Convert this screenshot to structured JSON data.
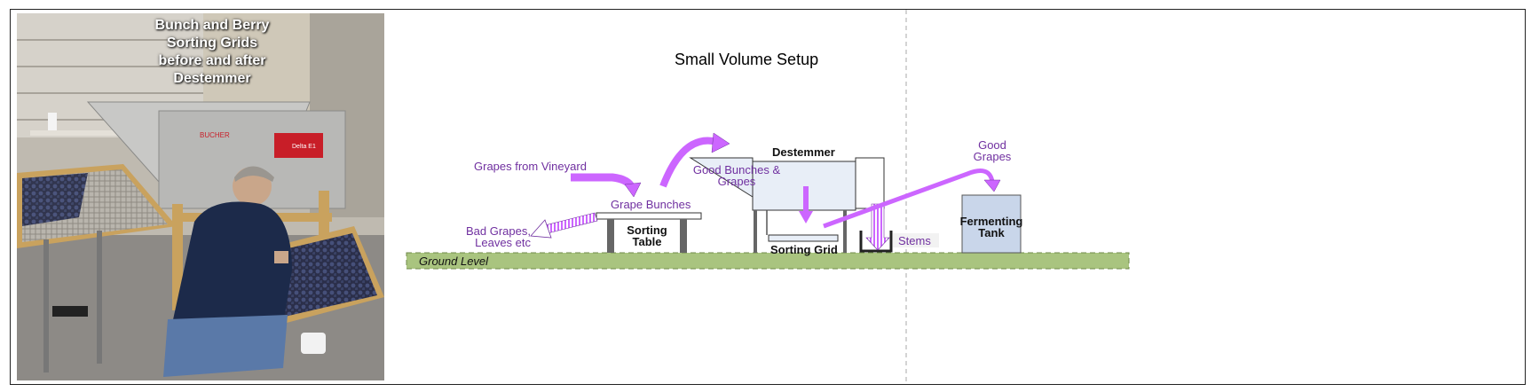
{
  "photo": {
    "caption": "Bunch and Berry\nSorting Grids\nbefore and after\nDestemmer",
    "machine_brand": "BUCHER",
    "machine_model": "Delta E1"
  },
  "diagram": {
    "title": "Small Volume Setup",
    "labels": {
      "grapes_from_vineyard": "Grapes from Vineyard",
      "grape_bunches": "Grape Bunches",
      "bad_grapes": "Bad Grapes,\nLeaves etc",
      "good_bunches": "Good Bunches &\nGrapes",
      "destemmer": "Destemmer",
      "good_grapes": "Good\nGrapes",
      "sorting_table": "Sorting\nTable",
      "sorting_grid": "Sorting Grid",
      "stems": "Stems",
      "fermenting_tank": "Fermenting\nTank",
      "ground_level": "Ground Level"
    },
    "colors": {
      "arrow_purple": "#cc66ff",
      "label_purple": "#7030a0",
      "ground": "#a9c47f",
      "machine_fill": "#e8eef7",
      "tank_fill": "#c9d6ea"
    }
  }
}
